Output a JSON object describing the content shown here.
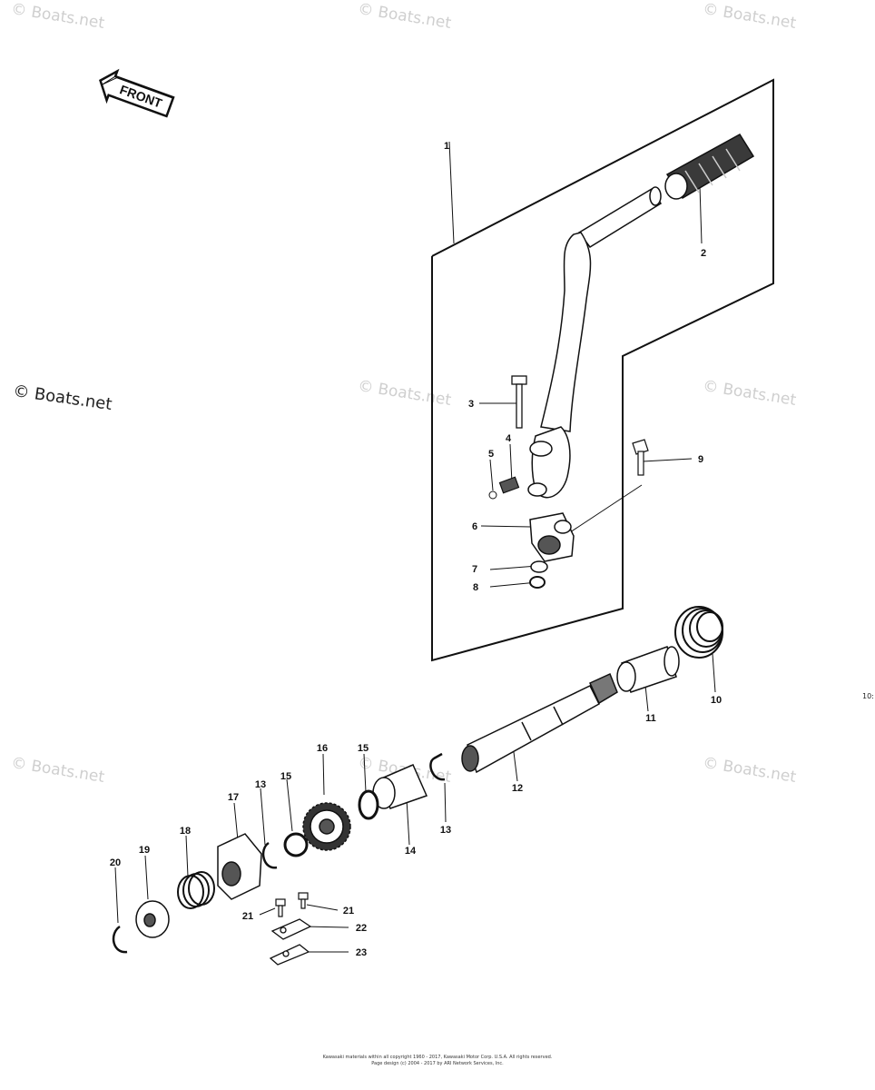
{
  "watermark": "© Boats.net",
  "front_label": "FRONT",
  "callouts": [
    "1",
    "2",
    "3",
    "4",
    "5",
    "6",
    "7",
    "8",
    "9",
    "10",
    "11",
    "12",
    "13",
    "13",
    "14",
    "15",
    "15",
    "16",
    "17",
    "18",
    "19",
    "20",
    "21",
    "21",
    "22",
    "23"
  ],
  "copyright": [
    "Kawasaki materials within all copyright 1960 - 2017, Kawasaki Motor Corp. U.S.A. All rights reserved.",
    "Page design (c) 2004 - 2017 by ARI Network Services, Inc."
  ],
  "edge_text": [
    "10:"
  ]
}
